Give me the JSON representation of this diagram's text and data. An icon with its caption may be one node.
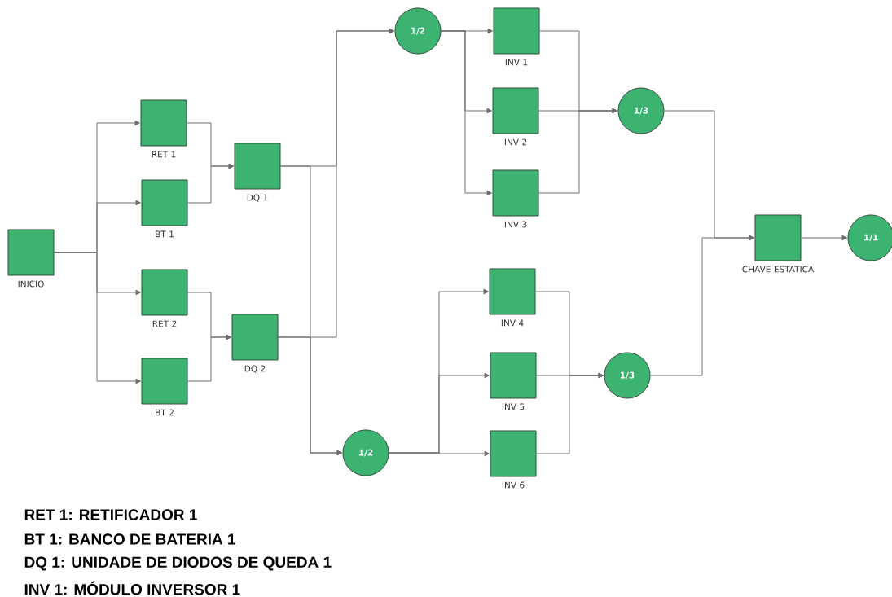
{
  "diagram": {
    "nodes": [
      {
        "text": [
          "INICIO"
        ]
      },
      {
        "text": [
          "RET 1"
        ]
      },
      {
        "text": [
          "BT 1"
        ]
      },
      {
        "text": [
          "RET 2"
        ]
      },
      {
        "text": [
          "BT 2"
        ]
      },
      {
        "text": [
          "DQ 1"
        ]
      },
      {
        "text": [
          "DQ 2"
        ]
      },
      {
        "text": [
          "1/2"
        ]
      },
      {
        "text": [
          "INV 1"
        ]
      },
      {
        "text": [
          "INV 2"
        ]
      },
      {
        "text": [
          "INV 3"
        ]
      },
      {
        "text": [
          "1/2"
        ]
      },
      {
        "text": [
          "INV 4"
        ]
      },
      {
        "text": [
          "INV 5"
        ]
      },
      {
        "text": [
          "INV 6"
        ]
      },
      {
        "text": [
          "1/3"
        ]
      },
      {
        "text": [
          "1/3"
        ]
      },
      {
        "text": [
          "CHAVE ESTATICA"
        ]
      },
      {
        "text": [
          "1/1"
        ]
      }
    ],
    "edges": [
      {
        "from": 0,
        "to": 1,
        "arrow": "to"
      },
      {
        "from": 0,
        "to": 2,
        "arrow": "to"
      },
      {
        "from": 0,
        "to": 3,
        "arrow": "to"
      },
      {
        "from": 0,
        "to": 4,
        "arrow": "to"
      },
      {
        "from": 1,
        "to": 5,
        "arrow": "to"
      },
      {
        "from": 2,
        "to": 5,
        "arrow": "to"
      },
      {
        "from": 3,
        "to": 6,
        "arrow": "to"
      },
      {
        "from": 4,
        "to": 6,
        "arrow": "to"
      },
      {
        "from": 5,
        "to": 7,
        "arrow": "to"
      },
      {
        "from": 6,
        "to": 7,
        "arrow": "to"
      },
      {
        "from": 5,
        "to": 11,
        "arrow": "to"
      },
      {
        "from": 6,
        "to": 11,
        "arrow": "to"
      },
      {
        "from": 7,
        "to": 8,
        "arrow": "to"
      },
      {
        "from": 7,
        "to": 9,
        "arrow": "to"
      },
      {
        "from": 7,
        "to": 10,
        "arrow": "to"
      },
      {
        "from": 11,
        "to": 12,
        "arrow": "to"
      },
      {
        "from": 11,
        "to": 13,
        "arrow": "to"
      },
      {
        "from": 11,
        "to": 14,
        "arrow": "to"
      },
      {
        "from": 8,
        "to": 15,
        "arrow": "to"
      },
      {
        "from": 9,
        "to": 15,
        "arrow": "to"
      },
      {
        "from": 10,
        "to": 15,
        "arrow": "to"
      },
      {
        "from": 12,
        "to": 16,
        "arrow": "to"
      },
      {
        "from": 13,
        "to": 16,
        "arrow": "to"
      },
      {
        "from": 14,
        "to": 16,
        "arrow": "to"
      },
      {
        "from": 15,
        "to": 17,
        "arrow": "to"
      },
      {
        "from": 16,
        "to": 17,
        "arrow": "to"
      },
      {
        "from": 17,
        "to": 18,
        "arrow": "to"
      }
    ],
    "labels": [
      "RET 1: RETIFICADOR 1",
      "BT 1: BANCO DE BATERIA 1",
      "DQ 1: UNIDADE DE DIODOS DE QUEDA 1",
      "INV 1: MÓDULO INVERSOR 1"
    ]
  }
}
